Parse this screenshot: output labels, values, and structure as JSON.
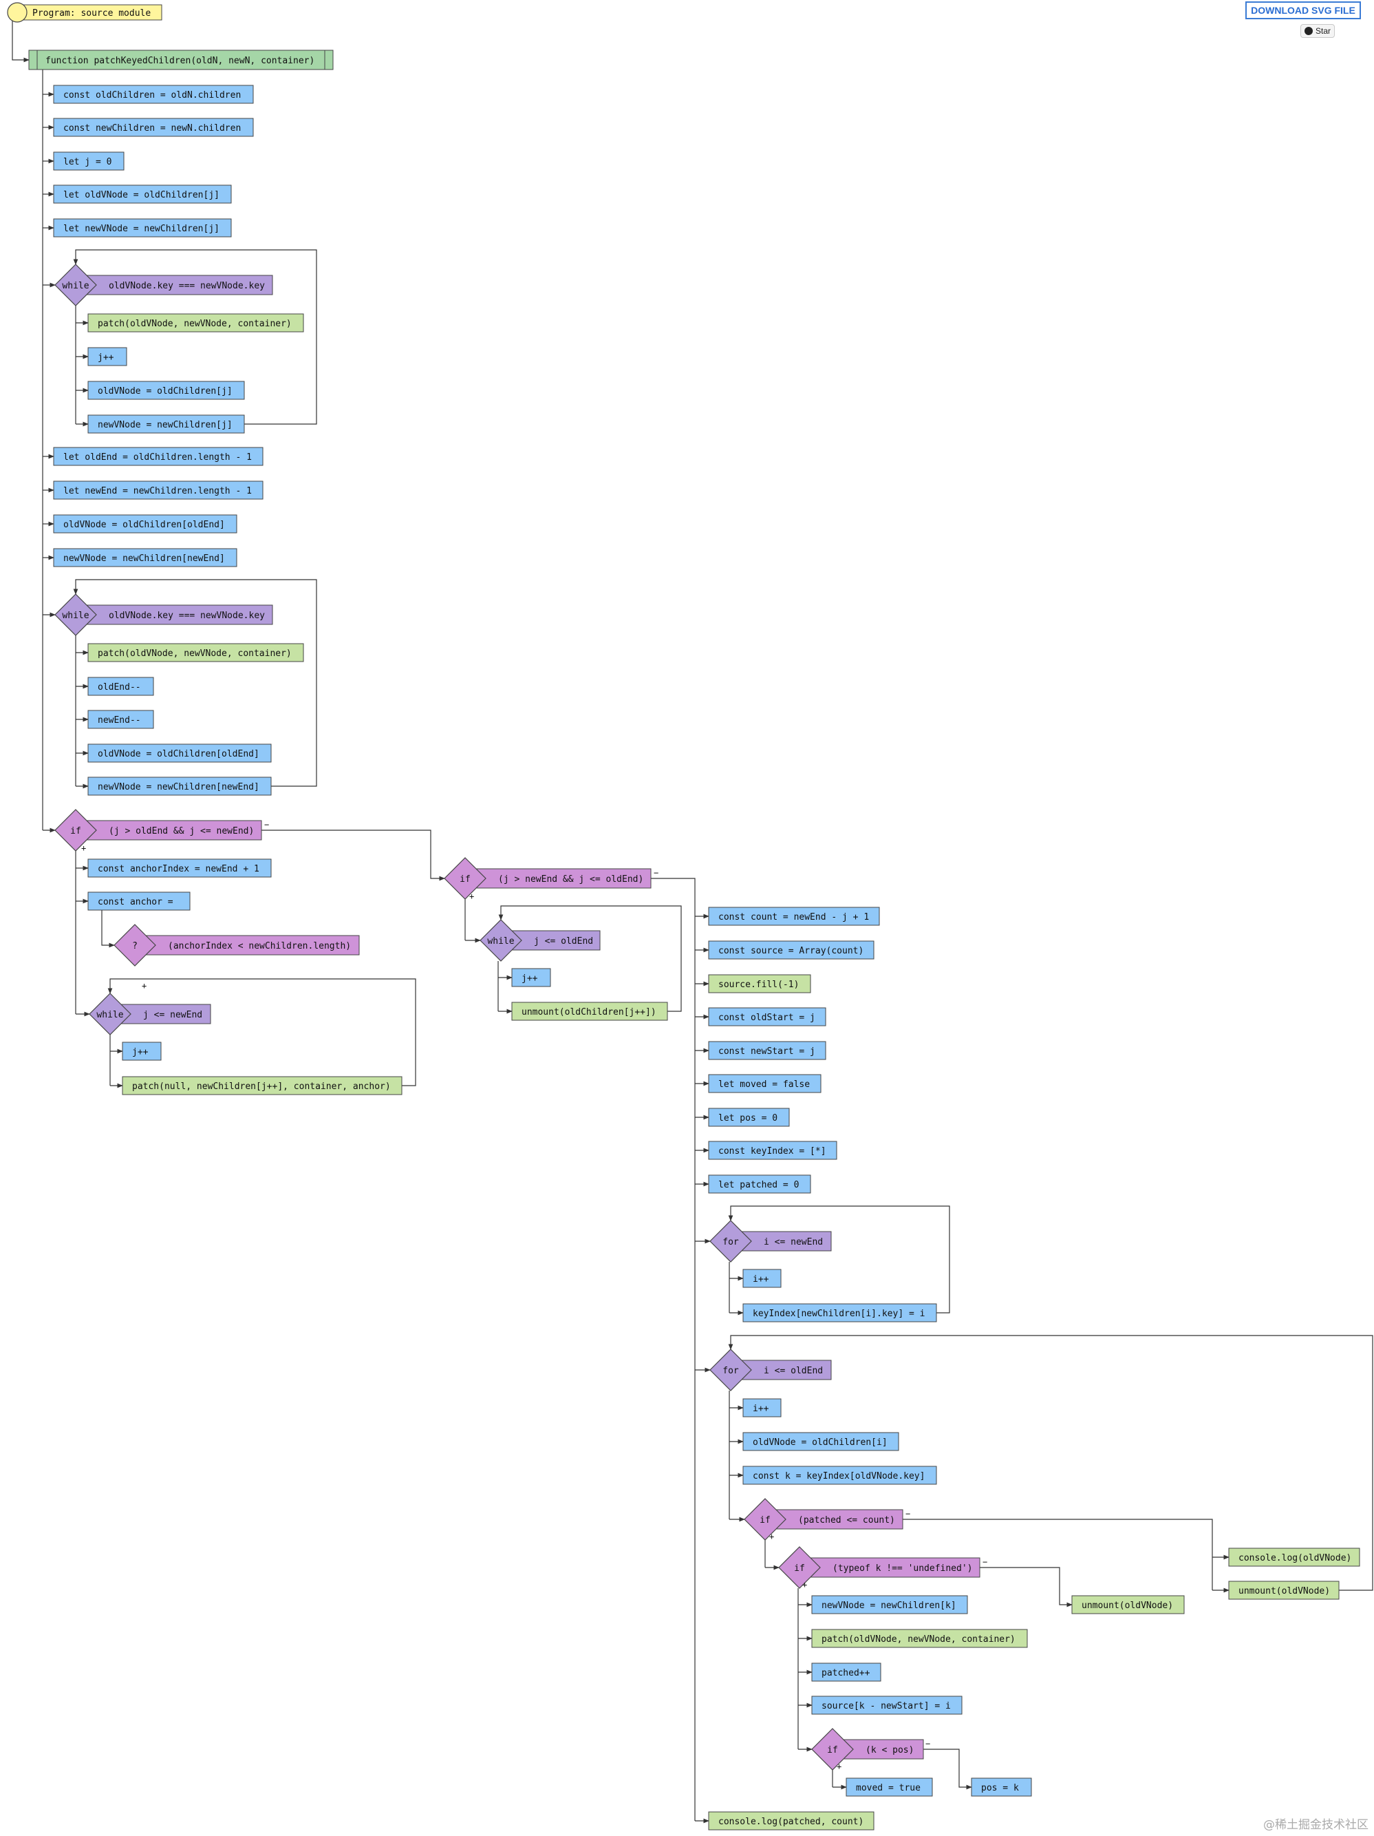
{
  "header": {
    "download_label": "DOWNLOAD SVG FILE",
    "star_label": "Star",
    "watermark": "@稀土掘金技术社区"
  },
  "colors": {
    "statement": "#90c8f8",
    "call": "#c6e2a4",
    "loop": "#b39ddb",
    "condition": "#ce93d8",
    "function": "#a5d6a7",
    "program": "#fff59d",
    "edge": "#333333"
  },
  "labels": {
    "yes": "+",
    "no": "−"
  },
  "nodes": [
    {
      "id": "program",
      "type": "program",
      "text": "Program: source module"
    },
    {
      "id": "func",
      "type": "function",
      "text": "function patchKeyedChildren(oldN, newN, container)"
    },
    {
      "id": "s1",
      "type": "statement",
      "text": "const oldChildren = oldN.children"
    },
    {
      "id": "s2",
      "type": "statement",
      "text": "const newChildren = newN.children"
    },
    {
      "id": "s3",
      "type": "statement",
      "text": "let j = 0"
    },
    {
      "id": "s4",
      "type": "statement",
      "text": "let oldVNode = oldChildren[j]"
    },
    {
      "id": "s5",
      "type": "statement",
      "text": "let newVNode = newChildren[j]"
    },
    {
      "id": "w1",
      "type": "loop",
      "keyword": "while",
      "text": "oldVNode.key === newVNode.key"
    },
    {
      "id": "w1a",
      "type": "call",
      "text": "patch(oldVNode, newVNode, container)"
    },
    {
      "id": "w1b",
      "type": "statement",
      "text": "j++"
    },
    {
      "id": "w1c",
      "type": "statement",
      "text": "oldVNode = oldChildren[j]"
    },
    {
      "id": "w1d",
      "type": "statement",
      "text": "newVNode = newChildren[j]"
    },
    {
      "id": "s6",
      "type": "statement",
      "text": "let oldEnd = oldChildren.length - 1"
    },
    {
      "id": "s7",
      "type": "statement",
      "text": "let newEnd = newChildren.length - 1"
    },
    {
      "id": "s8",
      "type": "statement",
      "text": "oldVNode = oldChildren[oldEnd]"
    },
    {
      "id": "s9",
      "type": "statement",
      "text": "newVNode = newChildren[newEnd]"
    },
    {
      "id": "w2",
      "type": "loop",
      "keyword": "while",
      "text": "oldVNode.key === newVNode.key"
    },
    {
      "id": "w2a",
      "type": "call",
      "text": "patch(oldVNode, newVNode, container)"
    },
    {
      "id": "w2b",
      "type": "statement",
      "text": "oldEnd--"
    },
    {
      "id": "w2c",
      "type": "statement",
      "text": "newEnd--"
    },
    {
      "id": "w2d",
      "type": "statement",
      "text": "oldVNode = oldChildren[oldEnd]"
    },
    {
      "id": "w2e",
      "type": "statement",
      "text": "newVNode = newChildren[newEnd]"
    },
    {
      "id": "if1",
      "type": "condition",
      "keyword": "if",
      "text": "(j > oldEnd && j <= newEnd)"
    },
    {
      "id": "a1",
      "type": "statement",
      "text": "const anchorIndex = newEnd + 1"
    },
    {
      "id": "a2",
      "type": "statement",
      "text": "const anchor ="
    },
    {
      "id": "q1",
      "type": "condition",
      "keyword": "?",
      "text": "(anchorIndex < newChildren.length)"
    },
    {
      "id": "w3",
      "type": "loop",
      "keyword": "while",
      "text": "j <= newEnd"
    },
    {
      "id": "w3a",
      "type": "statement",
      "text": "j++"
    },
    {
      "id": "w3b",
      "type": "call",
      "text": "patch(null, newChildren[j++], container, anchor)"
    },
    {
      "id": "if2",
      "type": "condition",
      "keyword": "if",
      "text": "(j > newEnd && j <= oldEnd)"
    },
    {
      "id": "w4",
      "type": "loop",
      "keyword": "while",
      "text": "j <= oldEnd"
    },
    {
      "id": "w4a",
      "type": "statement",
      "text": "j++"
    },
    {
      "id": "w4b",
      "type": "call",
      "text": "unmount(oldChildren[j++])"
    },
    {
      "id": "e1",
      "type": "statement",
      "text": "const count = newEnd - j + 1"
    },
    {
      "id": "e2",
      "type": "statement",
      "text": "const source = Array(count)"
    },
    {
      "id": "e3",
      "type": "call",
      "text": "source.fill(-1)"
    },
    {
      "id": "e4",
      "type": "statement",
      "text": "const oldStart = j"
    },
    {
      "id": "e5",
      "type": "statement",
      "text": "const newStart = j"
    },
    {
      "id": "e6",
      "type": "statement",
      "text": "let moved = false"
    },
    {
      "id": "e7",
      "type": "statement",
      "text": "let pos = 0"
    },
    {
      "id": "e8",
      "type": "statement",
      "text": "const keyIndex = [*]"
    },
    {
      "id": "e9",
      "type": "statement",
      "text": "let patched = 0"
    },
    {
      "id": "f1",
      "type": "loop",
      "keyword": "for",
      "text": "i <= newEnd"
    },
    {
      "id": "f1a",
      "type": "statement",
      "text": "i++"
    },
    {
      "id": "f1b",
      "type": "statement",
      "text": "keyIndex[newChildren[i].key] = i"
    },
    {
      "id": "f2",
      "type": "loop",
      "keyword": "for",
      "text": "i <= oldEnd"
    },
    {
      "id": "f2a",
      "type": "statement",
      "text": "i++"
    },
    {
      "id": "f2b",
      "type": "statement",
      "text": "oldVNode = oldChildren[i]"
    },
    {
      "id": "f2c",
      "type": "statement",
      "text": "const k = keyIndex[oldVNode.key]"
    },
    {
      "id": "if3",
      "type": "condition",
      "keyword": "if",
      "text": "(patched <= count)"
    },
    {
      "id": "if4",
      "type": "condition",
      "keyword": "if",
      "text": "(typeof k !== 'undefined')"
    },
    {
      "id": "g1",
      "type": "statement",
      "text": "newVNode = newChildren[k]"
    },
    {
      "id": "g2",
      "type": "call",
      "text": "patch(oldVNode, newVNode, container)"
    },
    {
      "id": "g3",
      "type": "statement",
      "text": "patched++"
    },
    {
      "id": "g4",
      "type": "statement",
      "text": "source[k - newStart] = i"
    },
    {
      "id": "if5",
      "type": "condition",
      "keyword": "if",
      "text": "(k < pos)"
    },
    {
      "id": "h1",
      "type": "statement",
      "text": "moved = true"
    },
    {
      "id": "h2",
      "type": "statement",
      "text": "pos = k"
    },
    {
      "id": "u1",
      "type": "call",
      "text": "unmount(oldVNode)"
    },
    {
      "id": "c1",
      "type": "call",
      "text": "console.log(oldVNode)"
    },
    {
      "id": "c2",
      "type": "call",
      "text": "unmount(oldVNode)"
    },
    {
      "id": "end",
      "type": "call",
      "text": "console.log(patched, count)"
    }
  ]
}
